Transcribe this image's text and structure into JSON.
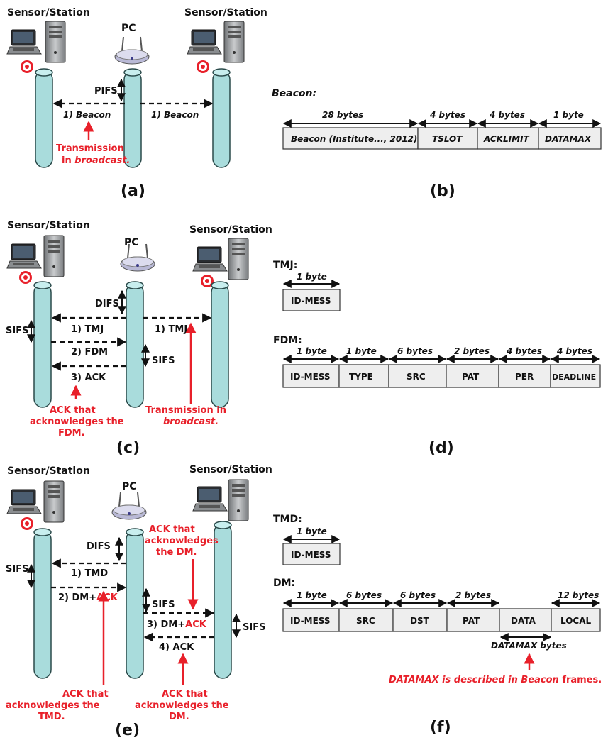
{
  "colors": {
    "accent_red": "#e8202a",
    "pipe": "#a9dcdc",
    "cell": "#eeeeee"
  },
  "icons": [
    "laptop-icon",
    "tower-server-icon",
    "router-icon",
    "target-icon"
  ],
  "panel_a": {
    "left_label": "Sensor/Station",
    "center_label": "PC",
    "right_label": "Sensor/Station",
    "ifs": "PIFS",
    "msg_left": "1) Beacon",
    "msg_right": "1) Beacon",
    "note_line1": "Transmission",
    "note_line2_prefix": "in ",
    "note_line2_em": "broadcast.",
    "caption": "(a)"
  },
  "panel_b": {
    "title": "Beacon:",
    "sizes": [
      "28 bytes",
      "4 bytes",
      "4 bytes",
      "1 byte"
    ],
    "fields": [
      "Beacon (Institute..., 2012)",
      "TSLOT",
      "ACKLIMIT",
      "DATAMAX"
    ],
    "caption": "(b)"
  },
  "panel_c": {
    "left_label": "Sensor/Station",
    "center_label": "PC",
    "right_label": "Sensor/Station",
    "difs": "DIFS",
    "sifs_left": "SIFS",
    "sifs_center": "SIFS",
    "msg1_left": "1) TMJ",
    "msg1_right": "1) TMJ",
    "msg2": "2) FDM",
    "msg3": "3) ACK",
    "note_ack": [
      "ACK that",
      "acknowledges the",
      "FDM."
    ],
    "note_tx_line1": "Transmission in",
    "note_tx_line2": "broadcast.",
    "caption": "(c)"
  },
  "panel_d": {
    "tmj_title": "TMJ:",
    "tmj_size": "1 byte",
    "tmj_field": "ID-MESS",
    "fdm_title": "FDM:",
    "fdm_sizes": [
      "1 byte",
      "1 byte",
      "6 bytes",
      "2 bytes",
      "4 bytes",
      "4 bytes"
    ],
    "fdm_fields": [
      "ID-MESS",
      "TYPE",
      "SRC",
      "PAT",
      "PER",
      "DEADLINE"
    ],
    "caption": "(d)"
  },
  "panel_e": {
    "left_label": "Sensor/Station",
    "center_label": "PC",
    "right_label": "Sensor/Station",
    "difs": "DIFS",
    "sifs_left": "SIFS",
    "sifs_center": "SIFS",
    "sifs_right": "SIFS",
    "msg1": "1) TMD",
    "msg2_prefix": "2) DM+",
    "msg2_ack": "ACK",
    "msg3_prefix": "3) DM+",
    "msg3_ack": "ACK",
    "msg4": "4) ACK",
    "note_top": [
      "ACK that",
      "acknowledges",
      "the DM."
    ],
    "note_left": [
      "ACK that",
      "acknowledges the",
      "TMD."
    ],
    "note_right": [
      "ACK that",
      "acknowledges the",
      "DM."
    ],
    "caption": "(e)"
  },
  "panel_f": {
    "tmd_title": "TMD:",
    "tmd_size": "1 byte",
    "tmd_field": "ID-MESS",
    "dm_title": "DM:",
    "dm_sizes": [
      "1 byte",
      "6 bytes",
      "6 bytes",
      "2 bytes",
      "",
      "12 bytes"
    ],
    "dm_fields": [
      "ID-MESS",
      "SRC",
      "DST",
      "PAT",
      "DATA",
      "LOCAL"
    ],
    "data_size": "DATAMAX bytes",
    "note_prefix": "DATAMAX is described in ",
    "note_em": "Beacon",
    "note_suffix": " frames.",
    "caption": "(f)"
  }
}
